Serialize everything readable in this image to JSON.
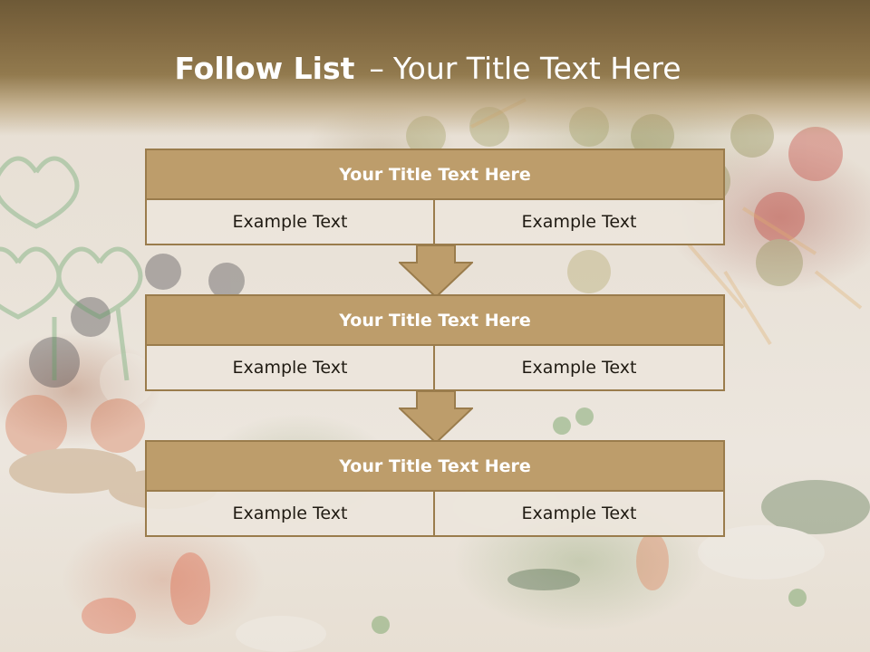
{
  "slide": {
    "title_bold": "Follow List",
    "title_separator": "–",
    "title_rest": "Your Title Text Here"
  },
  "blocks": [
    {
      "title": "Your Title Text Here",
      "cells": [
        "Example Text",
        "Example Text"
      ]
    },
    {
      "title": "Your Title Text Here",
      "cells": [
        "Example Text",
        "Example Text"
      ]
    },
    {
      "title": "Your Title Text Here",
      "cells": [
        "Example Text",
        "Example Text"
      ]
    }
  ],
  "colors": {
    "header_brown": "#7f6740",
    "block_title_fill": "#bd9d6b",
    "border": "#9a7c4c",
    "cell_fill": "#ece5db"
  }
}
